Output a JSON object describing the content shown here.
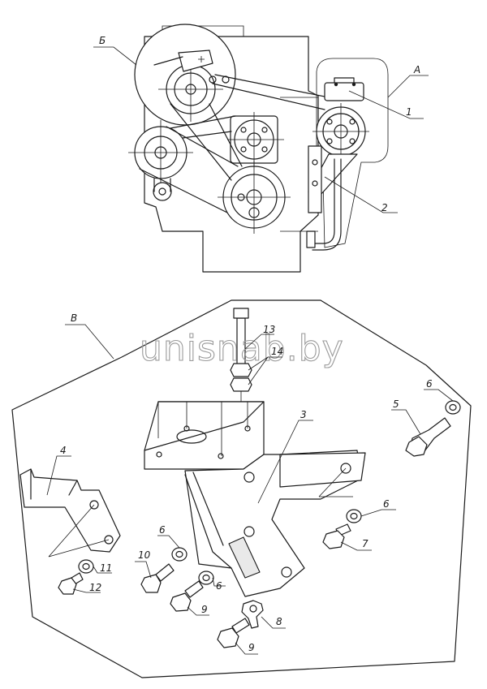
{
  "watermark": "unisnab.by",
  "labels": {
    "A": "А",
    "B": "Б",
    "V": "В",
    "n1": "1",
    "n2": "2",
    "n3": "3",
    "n4": "4",
    "n5": "5",
    "n6a": "6",
    "n6b": "6",
    "n6c": "6",
    "n6d": "6",
    "n7": "7",
    "n8": "8",
    "n9a": "9",
    "n9b": "9",
    "n10": "10",
    "n11": "11",
    "n12": "12",
    "n13": "13",
    "n14": "14"
  }
}
